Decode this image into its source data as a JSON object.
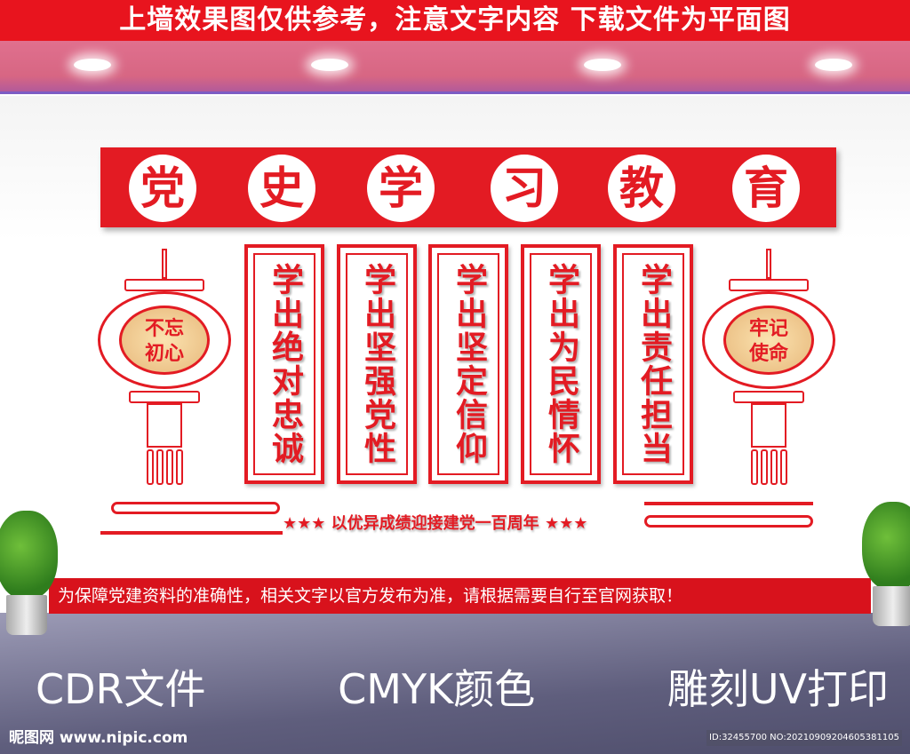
{
  "top_banner": "上墙效果图仅供参考，注意文字内容  下载文件为平面图",
  "title_chars": [
    "党",
    "史",
    "学",
    "习",
    "教",
    "育"
  ],
  "panels": [
    "学出绝对忠诚",
    "学出坚强党性",
    "学出坚定信仰",
    "学出为民情怀",
    "学出责任担当"
  ],
  "lantern_left": [
    "不忘",
    "初心"
  ],
  "lantern_right": [
    "牢记",
    "使命"
  ],
  "slogan": "★★★ 以优异成绩迎接建党一百周年 ★★★",
  "notice": "为保障党建资料的准确性，相关文字以官方发布为准，请根据需要自行至官网获取！",
  "features": [
    "CDR文件",
    "CMYK颜色",
    "雕刻UV打印"
  ],
  "watermark": "昵图网 www.nipic.com",
  "image_id": "ID:32455700 NO:20210909204605381105",
  "colors": {
    "red": "#e31b23",
    "floor": "#5f5e7d",
    "ceiling": "#d76683"
  }
}
